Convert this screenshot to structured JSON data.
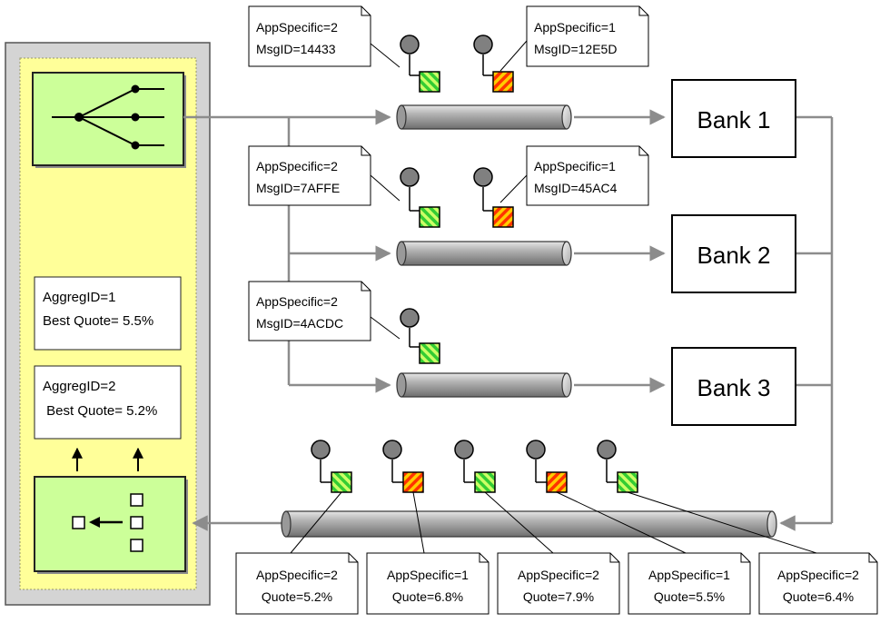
{
  "colors": {
    "panel_fill": "#ffff99",
    "panel_border": "#888888",
    "outer_frame": "#d4d4d4",
    "component_fill": "#ccff99",
    "channel_gray": "#9a9a9a",
    "line_gray": "#8c8c8c",
    "dot_gray": "#808080",
    "stripe_green_a": "#33cc33",
    "stripe_green_b": "#ccff66",
    "stripe_red_a": "#ff3300",
    "stripe_red_b": "#ffcc00"
  },
  "banks": [
    {
      "label": "Bank 1"
    },
    {
      "label": "Bank 2"
    },
    {
      "label": "Bank 3"
    }
  ],
  "request_notes": [
    {
      "line1": "AppSpecific=2",
      "line2": "MsgID=14433"
    },
    {
      "line1": "AppSpecific=1",
      "line2": "MsgID=12E5D"
    },
    {
      "line1": "AppSpecific=2",
      "line2": "MsgID=7AFFE"
    },
    {
      "line1": "AppSpecific=1",
      "line2": "MsgID=45AC4"
    },
    {
      "line1": "AppSpecific=2",
      "line2": "MsgID=4ACDC"
    }
  ],
  "aggregates": [
    {
      "line1": "AggregID=1",
      "line2": "Best Quote= 5.5%"
    },
    {
      "line1": "AggregID=2",
      "line2": " Best Quote= 5.2%"
    }
  ],
  "reply_notes": [
    {
      "line1": "AppSpecific=2",
      "line2": "Quote=5.2%"
    },
    {
      "line1": "AppSpecific=1",
      "line2": "Quote=6.8%"
    },
    {
      "line1": "AppSpecific=2",
      "line2": "Quote=7.9%"
    },
    {
      "line1": "AppSpecific=1",
      "line2": "Quote=5.5%"
    },
    {
      "line1": "AppSpecific=2",
      "line2": "Quote=6.4%"
    }
  ]
}
